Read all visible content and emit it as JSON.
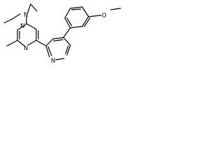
{
  "structure": {
    "atoms": {
      "amine_n": "N",
      "pyrimidine_n_top": "N",
      "pyrimidine_n_bottom": "N",
      "pyridine_n": "N",
      "ether_o": "O"
    }
  }
}
